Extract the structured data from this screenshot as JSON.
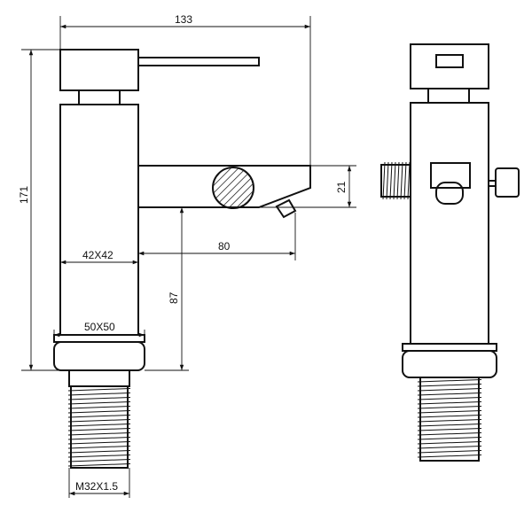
{
  "dimensions": {
    "overall_width": "133",
    "overall_height": "171",
    "spout_thickness": "21",
    "spout_reach": "80",
    "body_section": "42X42",
    "spout_height": "87",
    "base_section": "50X50",
    "thread": "M32X1.5"
  },
  "views": [
    "front-elevation",
    "side-elevation"
  ]
}
